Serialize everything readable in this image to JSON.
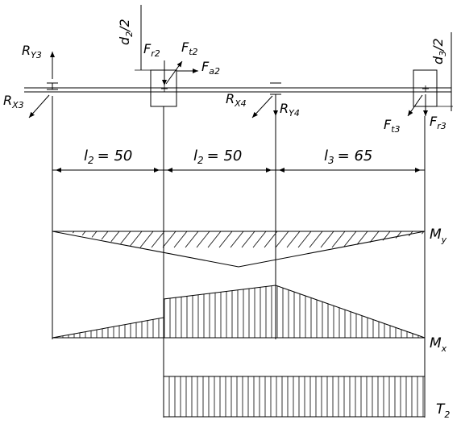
{
  "labels": {
    "ry3": "R",
    "ry3_sub": "Y3",
    "rx3": "R",
    "rx3_sub": "X3",
    "d2": "d",
    "d2_sub": "2",
    "d2_tail": "/2",
    "fr2": "F",
    "fr2_sub": "r2",
    "ft2": "F",
    "ft2_sub": "t2",
    "fa2": "F",
    "fa2_sub": "a2",
    "rx4": "R",
    "rx4_sub": "X4",
    "ry4": "R",
    "ry4_sub": "Y4",
    "d3": "d",
    "d3_sub": "3",
    "d3_tail": "/2",
    "ft3": "F",
    "ft3_sub": "t3",
    "fr3": "F",
    "fr3_sub": "r3",
    "my": "M",
    "my_sub": "y",
    "mx": "M",
    "mx_sub": "x",
    "t2": "T",
    "t2_sub": "2"
  },
  "dimensions": [
    {
      "name": "l",
      "sub": "2",
      "value": "= 50"
    },
    {
      "name": "l",
      "sub": "2",
      "value": "= 50"
    },
    {
      "name": "l",
      "sub": "3",
      "value": "= 65"
    }
  ]
}
